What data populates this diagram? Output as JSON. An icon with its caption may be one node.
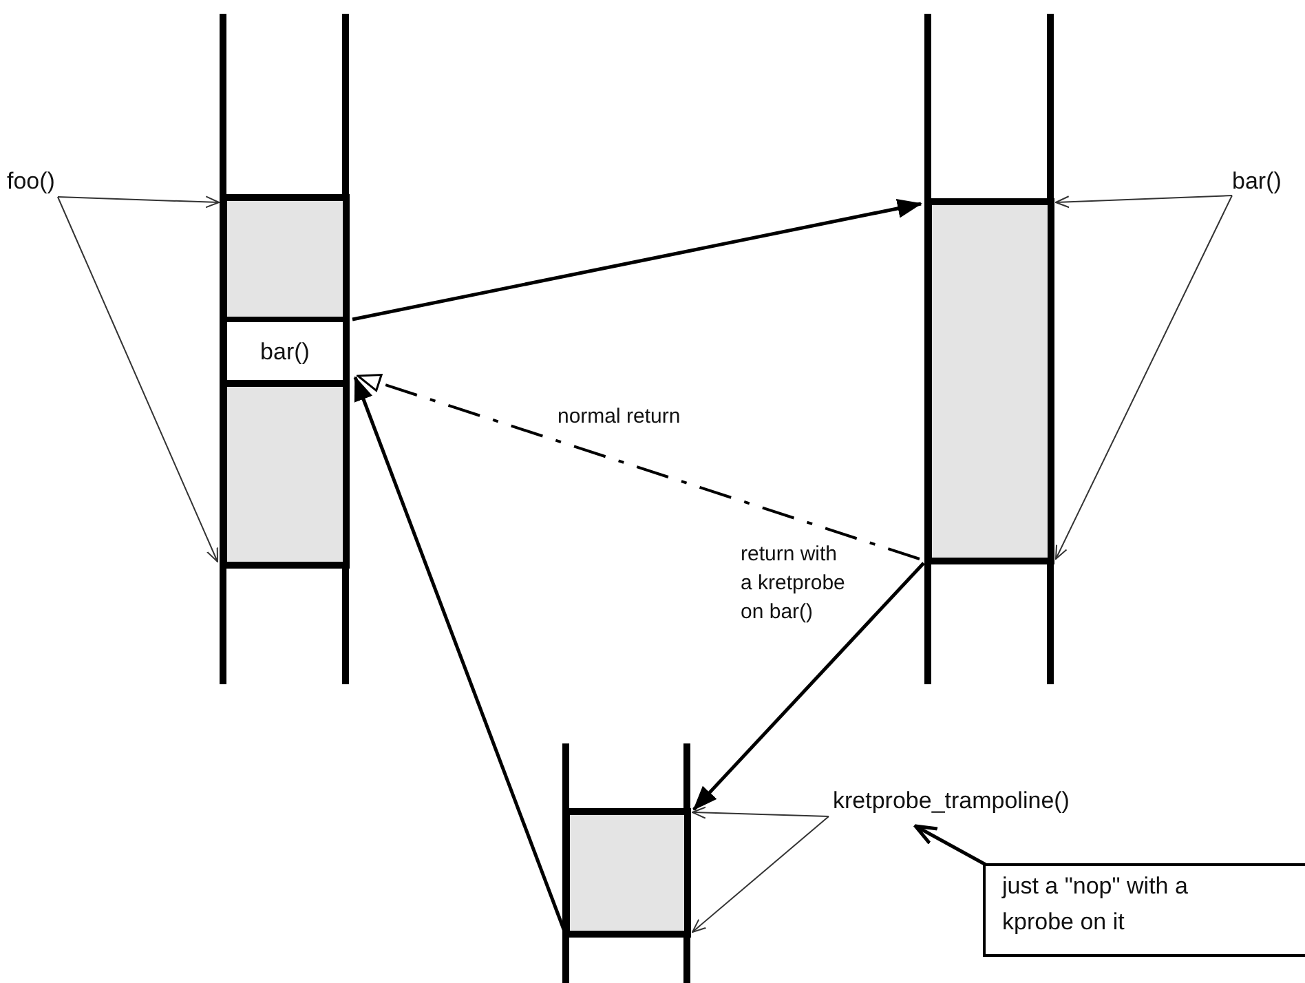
{
  "diagram": {
    "nodes": [
      {
        "text": [
          "foo()"
        ]
      },
      {
        "text": [],
        "shape": "box"
      },
      {
        "text": [
          "bar()"
        ]
      },
      {
        "text": [],
        "shape": "box"
      },
      {
        "text": [],
        "shape": "box"
      },
      {
        "text": [
          "bar()"
        ]
      },
      {
        "text": [],
        "shape": "box"
      },
      {
        "text": [
          "kretprobe_trampoline()"
        ]
      },
      {
        "text": [
          "just a \"nop\" with a kprobe on it"
        ]
      }
    ],
    "edges": [
      {
        "from": 0,
        "to": 1,
        "arrow": "to"
      },
      {
        "from": 0,
        "to": 3,
        "arrow": "to"
      },
      {
        "from": 2,
        "to": 4,
        "arrow": "to",
        "style": "thick"
      },
      {
        "from": 4,
        "to": 2,
        "arrow": "to",
        "style": "dashed",
        "label": "normal return"
      },
      {
        "from": 4,
        "to": 6,
        "arrow": "to",
        "style": "thick",
        "label": "return with a kretprobe on bar()"
      },
      {
        "from": 6,
        "to": 2,
        "arrow": "to",
        "style": "thick"
      },
      {
        "from": 5,
        "to": 4,
        "arrow": "to"
      },
      {
        "from": 5,
        "to": 4,
        "arrow": "to"
      },
      {
        "from": 7,
        "to": 6,
        "arrow": "to"
      },
      {
        "from": 7,
        "to": 6,
        "arrow": "to"
      },
      {
        "from": 8,
        "to": 7,
        "arrow": "to",
        "style": "thick"
      }
    ]
  }
}
